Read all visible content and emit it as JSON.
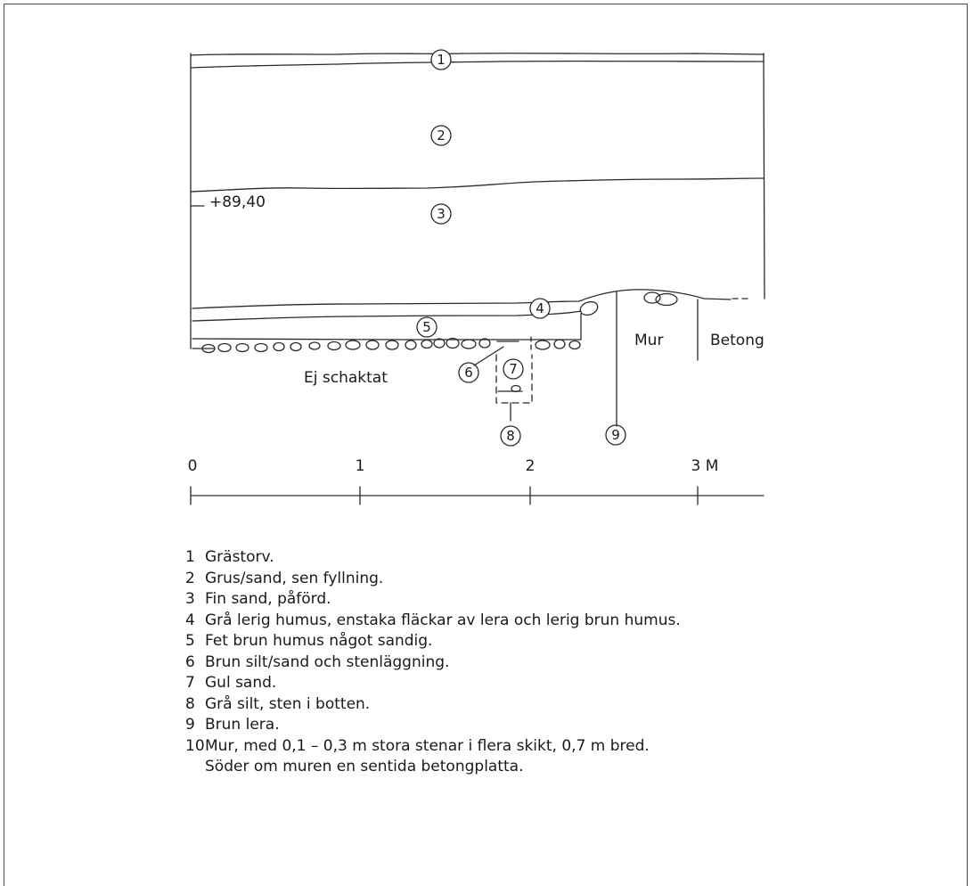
{
  "figure": {
    "layer_markers": [
      "1",
      "2",
      "3",
      "4",
      "5",
      "6",
      "7",
      "8",
      "9"
    ],
    "elevation_label": "+89,40",
    "labels": {
      "wall": "Mur",
      "concrete": "Betong",
      "unexcavated": "Ej schaktat"
    },
    "scale": {
      "ticks": [
        "0",
        "1",
        "2",
        "3 M"
      ]
    }
  },
  "legend": {
    "items": [
      {
        "num": "1",
        "lines": [
          "Grästorv."
        ]
      },
      {
        "num": "2",
        "lines": [
          "Grus/sand, sen fyllning."
        ]
      },
      {
        "num": "3",
        "lines": [
          "Fin sand, påförd."
        ]
      },
      {
        "num": "4",
        "lines": [
          "Grå lerig humus, enstaka fläckar av lera och lerig brun humus."
        ]
      },
      {
        "num": "5",
        "lines": [
          "Fet brun humus något sandig."
        ]
      },
      {
        "num": "6",
        "lines": [
          "Brun silt/sand och stenläggning."
        ]
      },
      {
        "num": "7",
        "lines": [
          "Gul sand."
        ]
      },
      {
        "num": "8",
        "lines": [
          "Grå silt, sten i botten."
        ]
      },
      {
        "num": "9",
        "lines": [
          "Brun lera."
        ]
      },
      {
        "num": "10",
        "lines": [
          "Mur, med 0,1 – 0,3 m stora stenar i flera skikt, 0,7 m bred.",
          "Söder om muren en sentida betongplatta."
        ]
      }
    ]
  }
}
